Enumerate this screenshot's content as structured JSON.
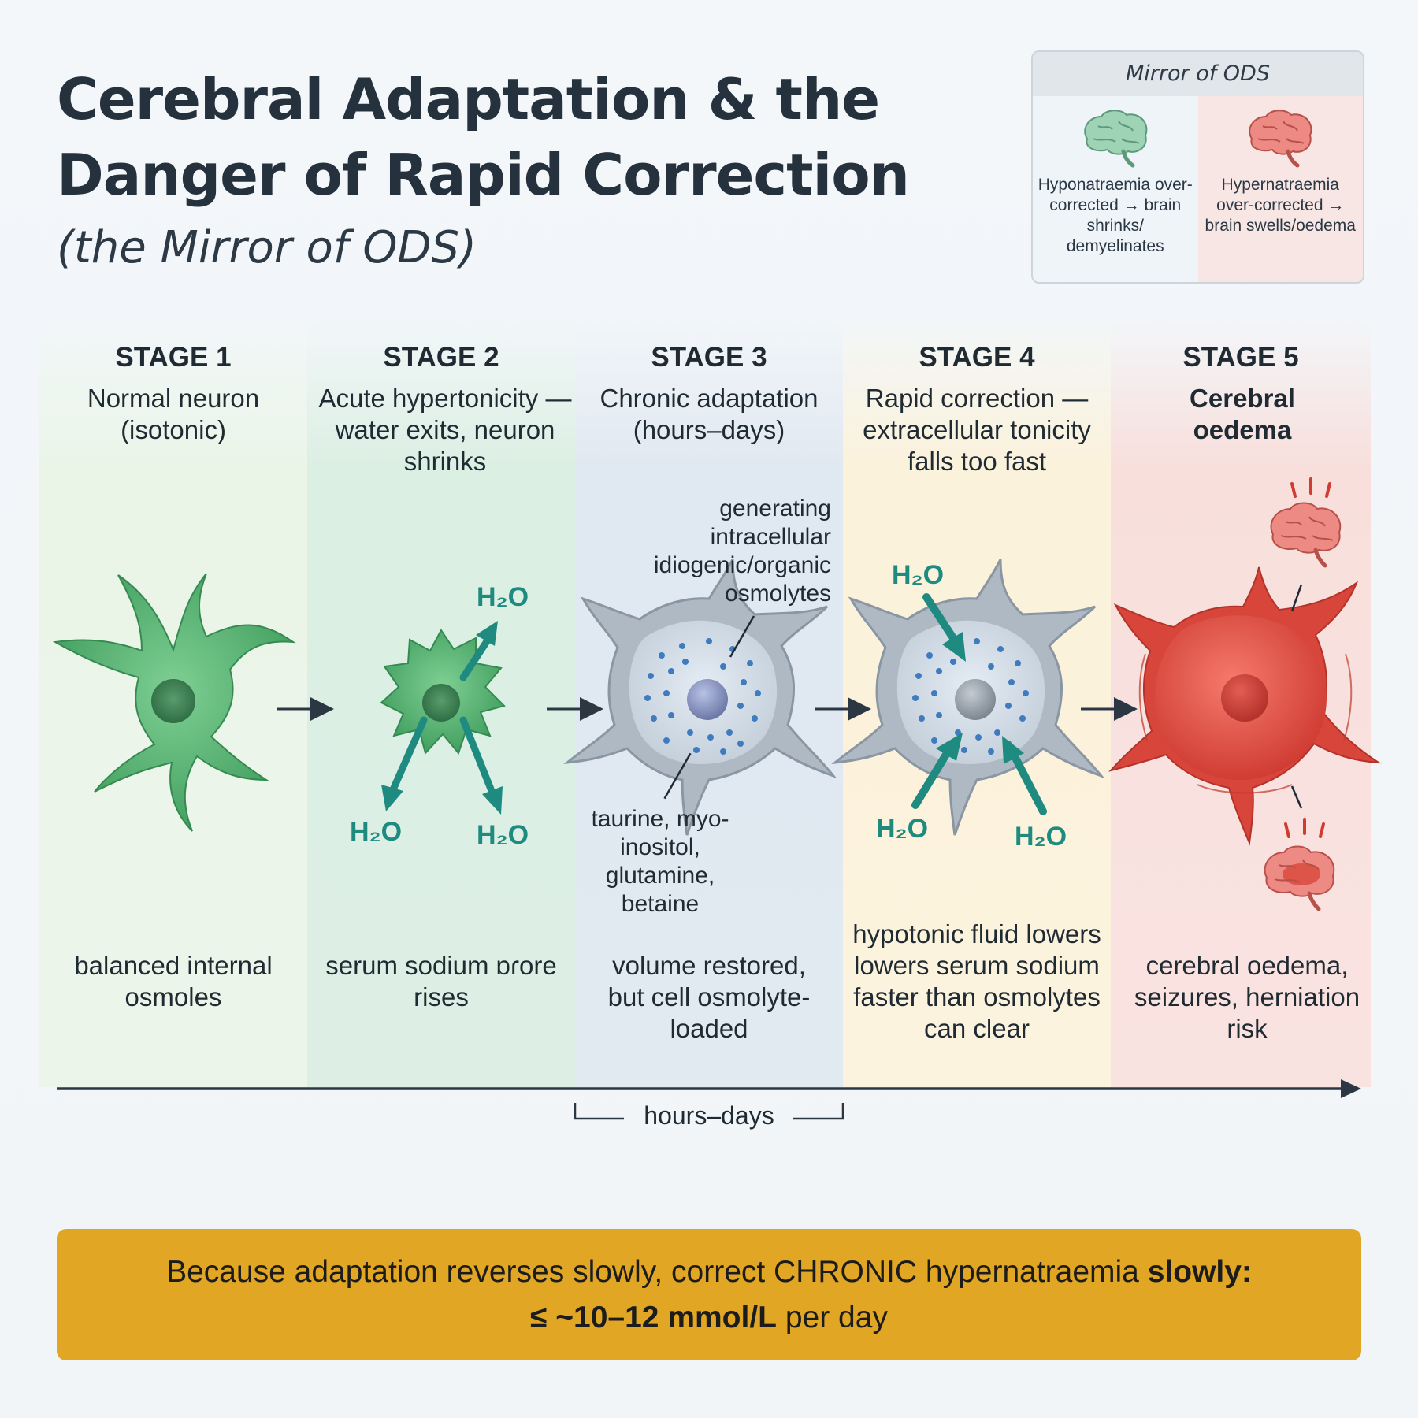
{
  "title": {
    "line1": "Cerebral Adaptation & the",
    "line2": "Danger of Rapid Correction",
    "subtitle": "(the Mirror of ODS)"
  },
  "mirror": {
    "heading": "Mirror of ODS",
    "left": {
      "text": "Hyponatraemia over-corrected → brain shrinks/ demyelinates",
      "icon": "brain-icon-green"
    },
    "right": {
      "text": "Hypernatraemia over-corrected → brain swells/oedema",
      "icon": "brain-icon-red"
    }
  },
  "stages": [
    {
      "label": "STAGE 1",
      "desc": "Normal neuron (isotonic)",
      "caption": "balanced internal osmoles",
      "color": "#4caf6c"
    },
    {
      "label": "STAGE 2",
      "desc": "Acute hypertonicity — water exits, neuron shrinks",
      "caption": "serum sodium ɒɾore rises",
      "color": "#4caf6c"
    },
    {
      "label": "STAGE 3",
      "desc": "Chronic adaptation (hours–days)",
      "caption": "volume restored, but cell osmolyte-loaded",
      "color": "#9aa5b0"
    },
    {
      "label": "STAGE 4",
      "desc": "Rapid correction — extracellular tonicity falls too fast",
      "caption": "hypotonic fluid lowers lowers serum sodium faster than osmolytes can clear",
      "color": "#9aa5b0"
    },
    {
      "label": "STAGE 5",
      "desc": "Cerebral oedema",
      "caption": "cerebral oedema, seizures, herniation risk",
      "color": "#e0483c"
    }
  ],
  "water_label": "H₂O",
  "annotations": {
    "osmolyte_gen": "generating intracellular idiogenic/organic osmolytes",
    "osmolyte_list": "taurine, myo-inositol, glutamine, betaine"
  },
  "timeline": {
    "label": "hours–days"
  },
  "banner": {
    "part1": "Because adaptation reverses slowly, correct CHRONIC hypernatraemia",
    "emph": "slowly:",
    "part2": "≤ ~10–12 mmol/L",
    "part3": "per day",
    "color": "#e1a623"
  }
}
